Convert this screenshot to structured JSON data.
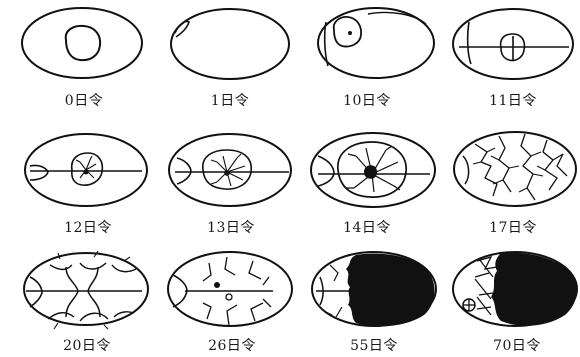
{
  "figure": {
    "stages": [
      {
        "key": "d0",
        "label": "0日令"
      },
      {
        "key": "d1",
        "label": "1日令"
      },
      {
        "key": "d10",
        "label": "10日令"
      },
      {
        "key": "d11",
        "label": "11日令"
      },
      {
        "key": "d12",
        "label": "12日令"
      },
      {
        "key": "d13",
        "label": "13日令"
      },
      {
        "key": "d14",
        "label": "14日令"
      },
      {
        "key": "d17",
        "label": "17日令"
      },
      {
        "key": "d20",
        "label": "20日令"
      },
      {
        "key": "d26",
        "label": "26日令"
      },
      {
        "key": "d55",
        "label": "55日令"
      },
      {
        "key": "d70",
        "label": "70日令"
      }
    ]
  }
}
